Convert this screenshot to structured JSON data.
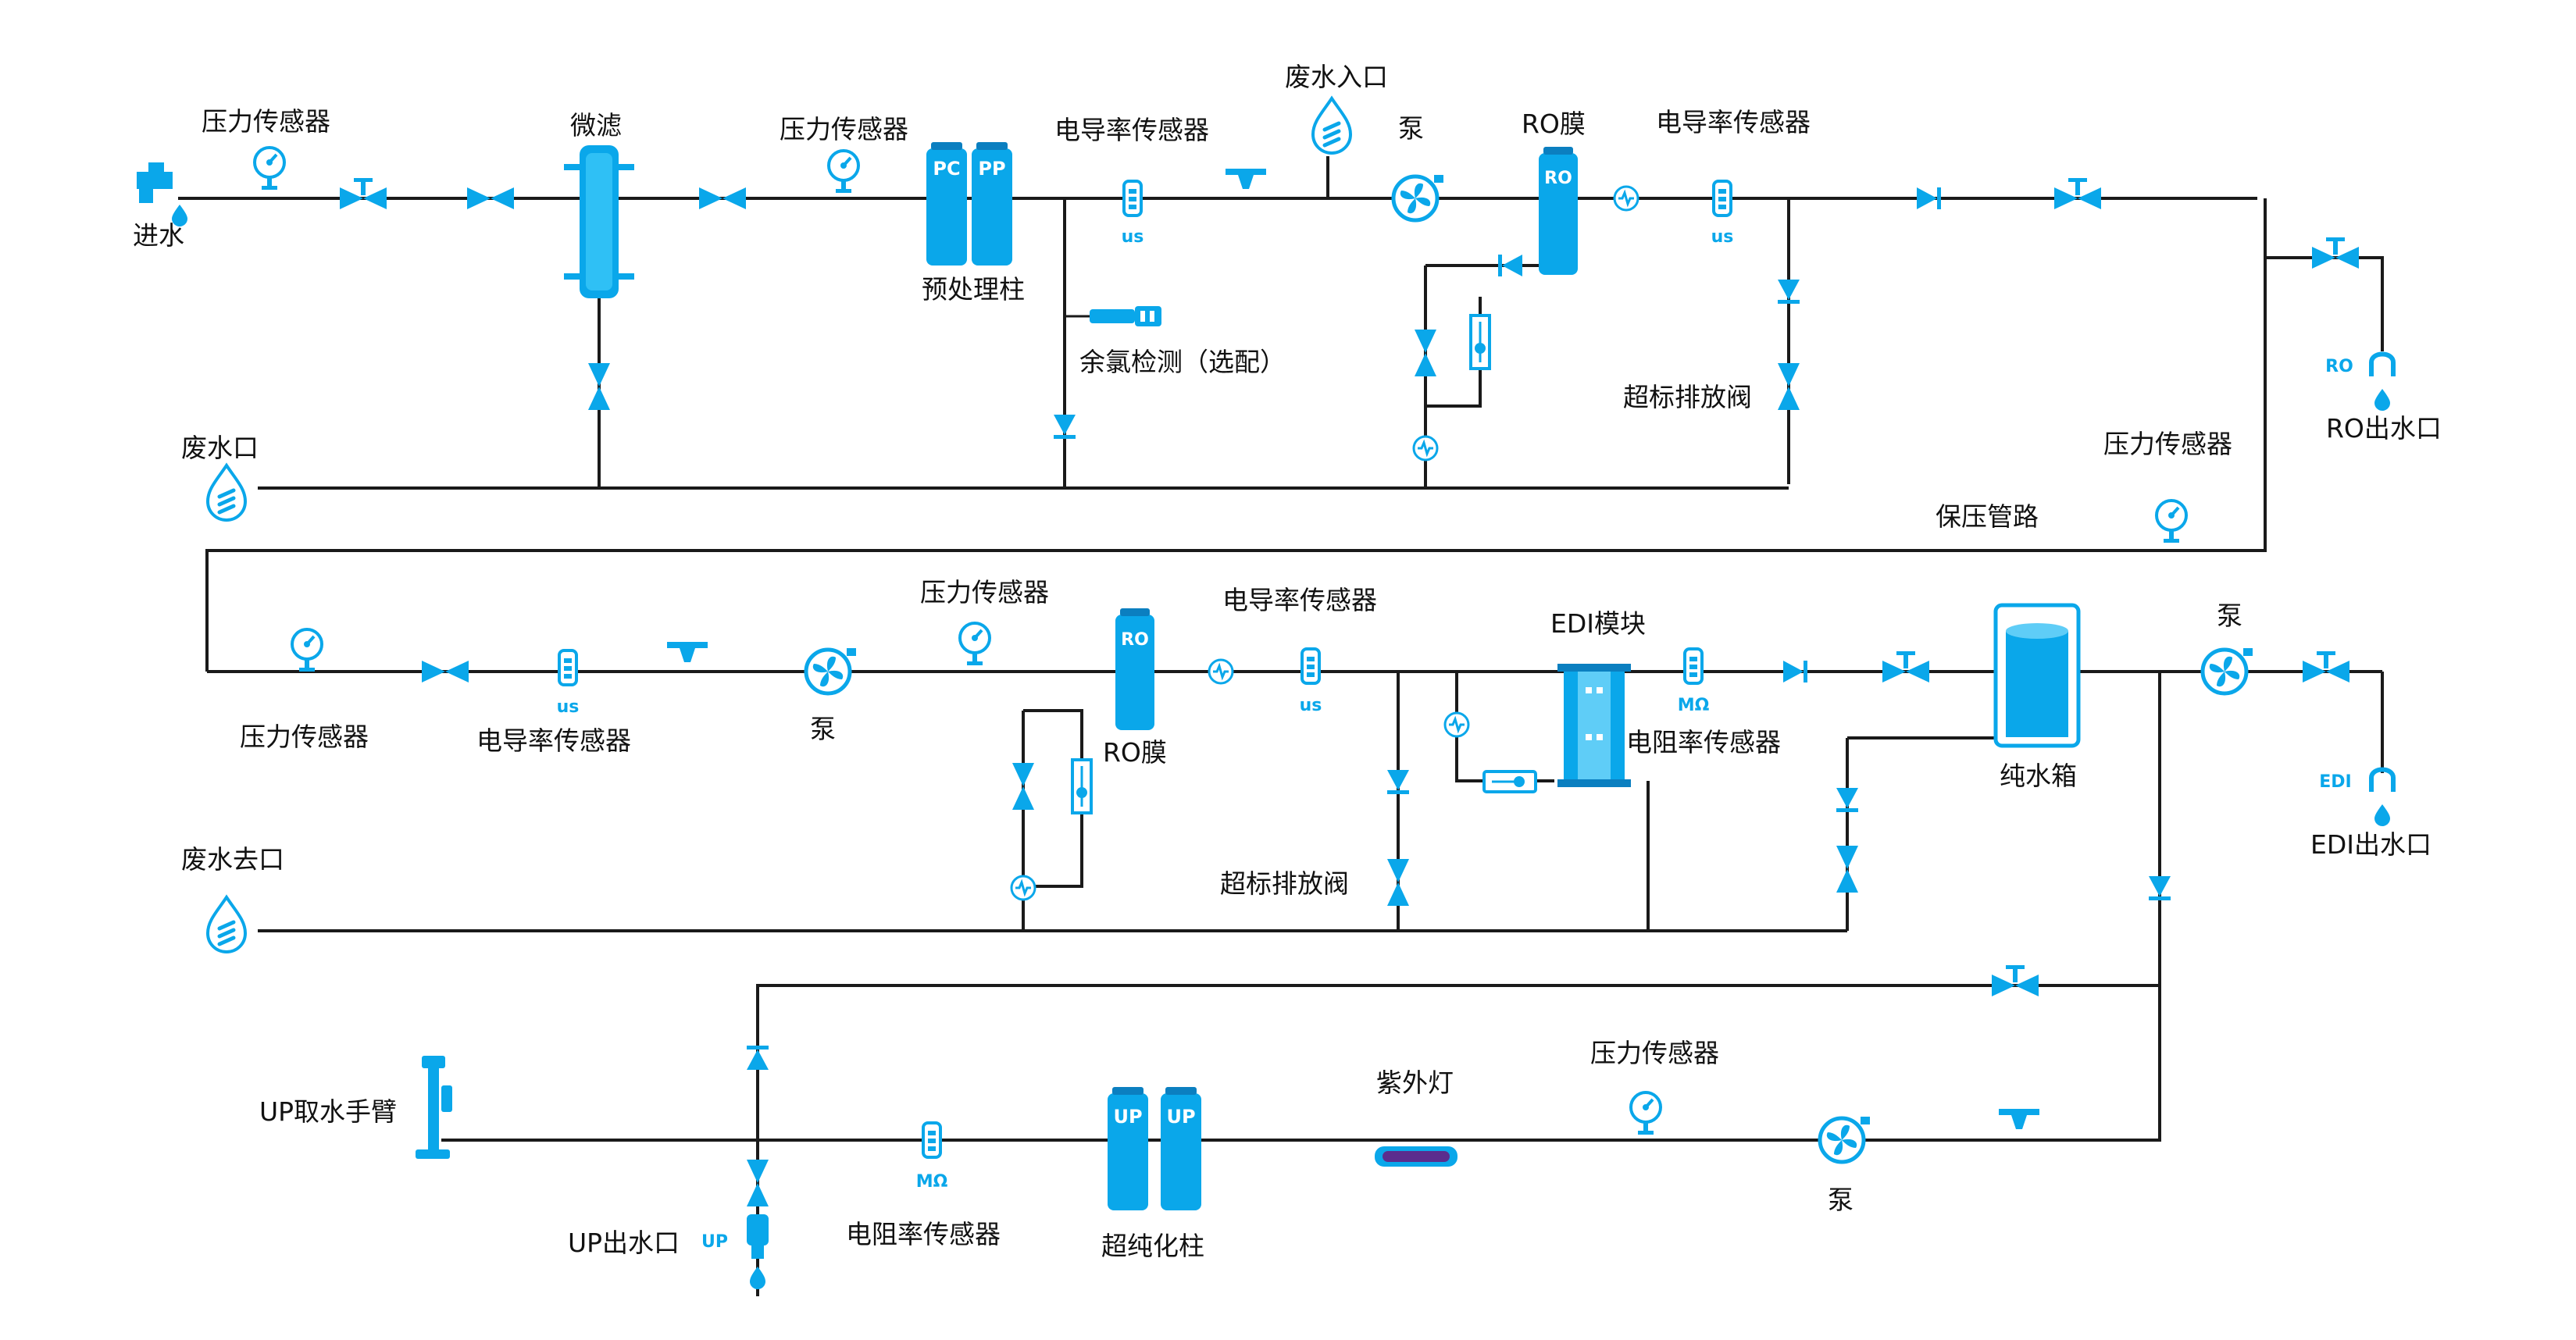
{
  "colors": {
    "accent": "#0aa7ea",
    "pipe": "#1a1a1a",
    "dark_accent": "#0b7fc0",
    "uv": "#5b2d8e"
  },
  "labels": {
    "inlet": "进水",
    "p_sensor_1": "压力传感器",
    "microfilter": "微滤",
    "p_sensor_2": "压力传感器",
    "pretreat": "预处理柱",
    "pc": "PC",
    "pp": "PP",
    "cond_sensor_1": "电导率传感器",
    "chlorine": "余氯检测（选配）",
    "waste_inlet": "废水入口",
    "pump_1": "泵",
    "ro_membrane_1": "RO膜",
    "ro_badge_1": "RO",
    "cond_sensor_2": "电导率传感器",
    "overlimit_valve_1": "超标排放阀",
    "waste_port": "废水口",
    "ro_outlet_badge": "RO",
    "ro_outlet": "RO出水口",
    "p_sensor_3": "压力传感器",
    "hold_pressure_line": "保压管路",
    "p_sensor_4": "压力传感器",
    "cond_sensor_3": "电导率传感器",
    "pump_2": "泵",
    "p_sensor_5": "压力传感器",
    "ro_membrane_2": "RO膜",
    "ro_badge_2": "RO",
    "cond_sensor_4": "电导率传感器",
    "edi_module": "EDI模块",
    "resist_sensor_1": "电阻率传感器",
    "pure_tank": "纯水箱",
    "pump_3": "泵",
    "edi_outlet_badge": "EDI",
    "edi_outlet": "EDI出水口",
    "overlimit_valve_2": "超标排放阀",
    "waste_out": "废水去口",
    "up_arm": "UP取水手臂",
    "up_outlet": "UP出水口",
    "up_badge": "UP",
    "resist_sensor_2": "电阻率传感器",
    "ultrapure_col": "超纯化柱",
    "up_col_a": "UP",
    "up_col_b": "UP",
    "uv_lamp": "紫外灯",
    "p_sensor_6": "压力传感器",
    "pump_4": "泵",
    "us_1": "us",
    "us_2": "us",
    "us_3": "us",
    "us_4": "us",
    "mohm_1": "MΩ",
    "mohm_2": "MΩ"
  }
}
